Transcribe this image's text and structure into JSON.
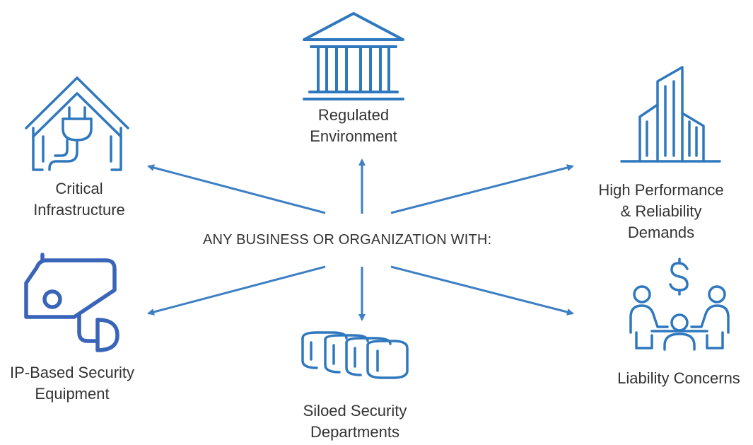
{
  "center": {
    "text": "ANY BUSINESS OR ORGANIZATION WITH:"
  },
  "colors": {
    "icon": "#2f78bd",
    "arrow": "#3d7fc4",
    "camera": "#3a64b8",
    "text": "#333333"
  },
  "nodes": [
    {
      "id": "critical-infrastructure",
      "icon": "house-plug-icon",
      "lines": [
        "Critical",
        "Infrastructure"
      ]
    },
    {
      "id": "regulated-environment",
      "icon": "bank-building-icon",
      "lines": [
        "Regulated",
        "Environment"
      ]
    },
    {
      "id": "high-performance",
      "icon": "skyscraper-icon",
      "lines": [
        "High Performance",
        "& Reliability",
        "Demands"
      ]
    },
    {
      "id": "ip-based-security",
      "icon": "security-camera-icon",
      "lines": [
        "IP-Based Security",
        "Equipment"
      ]
    },
    {
      "id": "siloed-security",
      "icon": "silo-cylinders-icon",
      "lines": [
        "Siloed Security",
        "Departments"
      ]
    },
    {
      "id": "liability-concerns",
      "icon": "meeting-dollar-icon",
      "lines": [
        "Liability Concerns"
      ]
    }
  ]
}
